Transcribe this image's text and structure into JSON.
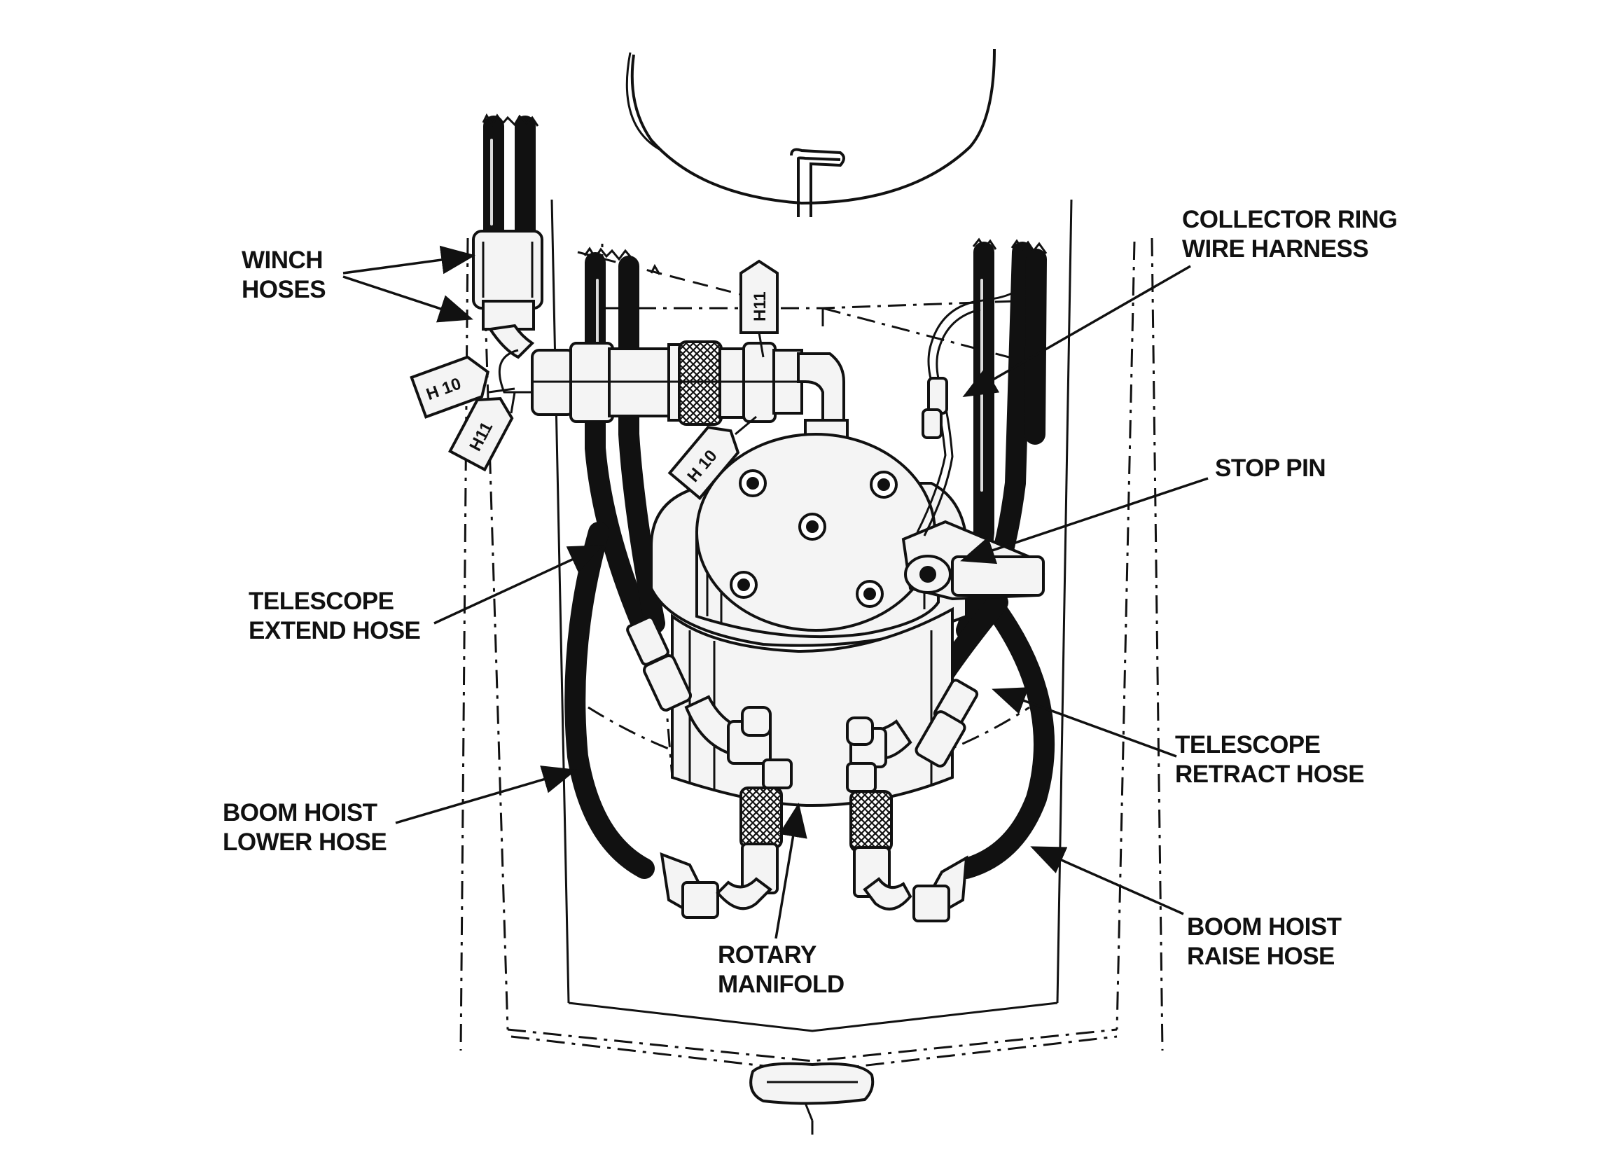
{
  "labels": {
    "winch_hoses": [
      "WINCH",
      "HOSES"
    ],
    "collector_ring_wire_harness": [
      "COLLECTOR RING",
      "WIRE HARNESS"
    ],
    "stop_pin": [
      "STOP PIN"
    ],
    "telescope_extend_hose": [
      "TELESCOPE",
      "EXTEND HOSE"
    ],
    "telescope_retract_hose": [
      "TELESCOPE",
      "RETRACT HOSE"
    ],
    "boom_hoist_lower_hose": [
      "BOOM HOIST",
      "LOWER HOSE"
    ],
    "boom_hoist_raise_hose": [
      "BOOM HOIST",
      "RAISE HOSE"
    ],
    "rotary_manifold": [
      "ROTARY",
      "MANIFOLD"
    ]
  },
  "tags": {
    "h10_left": "H 10",
    "h11_left": "H11",
    "h11_top": "H11",
    "h10_center": "H 10"
  }
}
